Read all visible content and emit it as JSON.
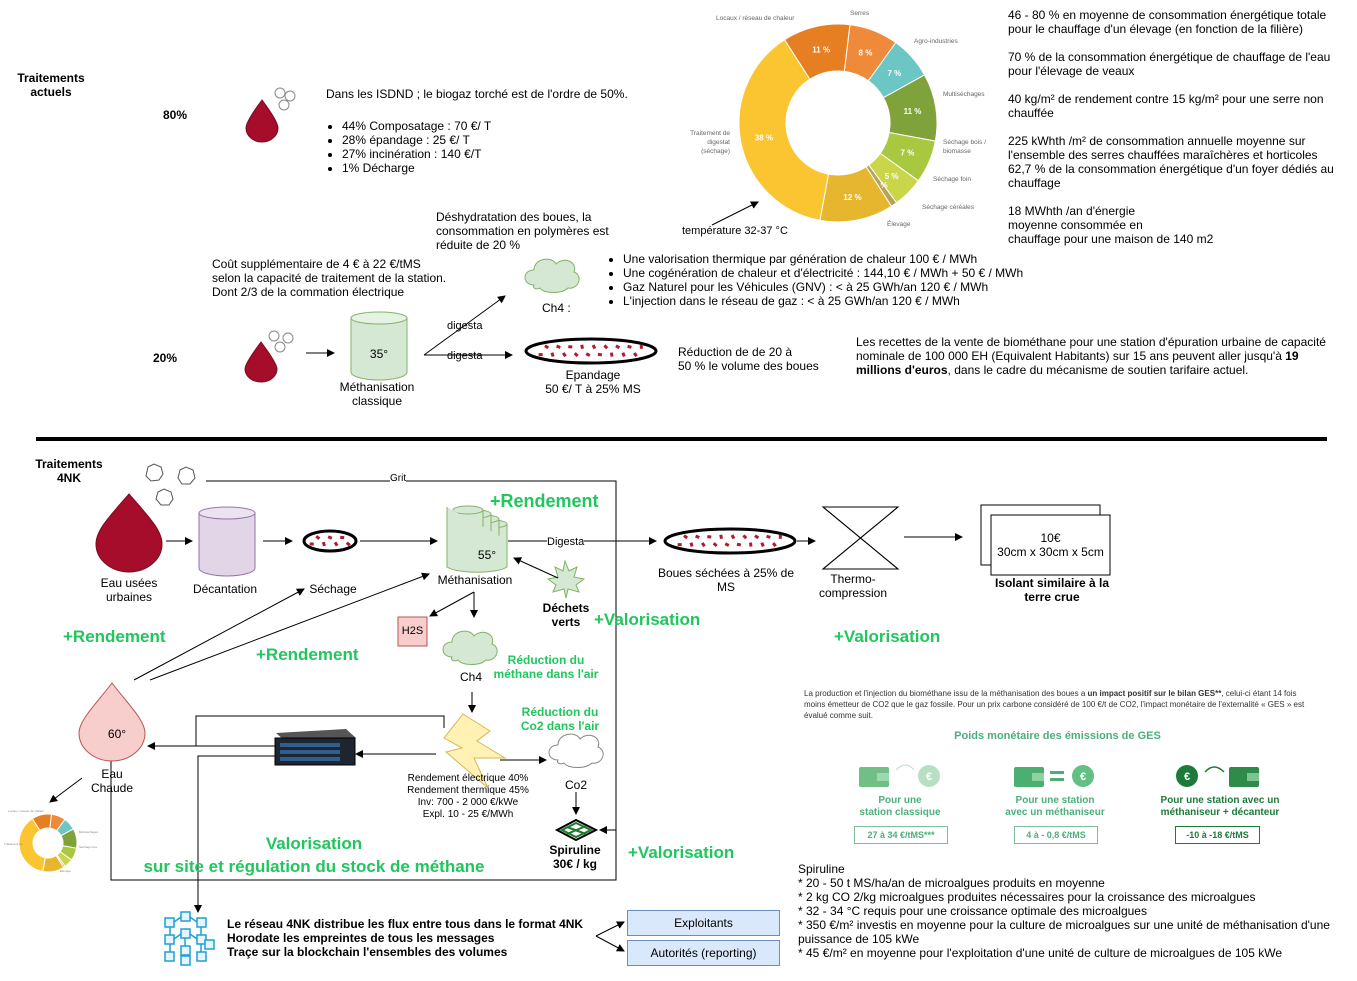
{
  "top": {
    "section_title": "Traitements\nactuels",
    "pct_80": "80%",
    "pct_20": "20%",
    "isdnd_text": "Dans les ISDND ; le biogaz torché est de l'ordre de 50%.",
    "isdnd_list": [
      "44% Composatage : 70 €/ T",
      "28% épandage : 25 €/ T",
      "27% incinération :  140 €/T",
      "1% Décharge"
    ],
    "deshydratation": "Déshydratation des boues, la consommation en polymères est réduite de 20 %",
    "cout_supp": "Coût supplémentaire de 4 € à 22 €/tMS\nselon la capacité de traitement de la station.\nDont 2/3 de la commation électrique",
    "digester_temp": "35°",
    "methanisation_label": "Méthanisation\nclassique",
    "digesta_1": "digesta",
    "digesta_2": "digesta",
    "ch4_label": "Ch4 :",
    "epandage_label": "Epandage\n50 €/ T à 25% MS",
    "reduction_boues": "Réduction de de 20 à\n50 % le volume des boues",
    "temperature": "température 32-37 °C",
    "valorisation_list": [
      "Une valorisation thermique par génération de chaleur 100 € / MWh",
      "Une cogénération de chaleur et d'électricité : 144,10 € / MWh + 50 € / MWh",
      "Gaz Naturel pour les Véhicules (GNV) : < à 25 GWh/an 120 € / MWh",
      "L'injection dans le réseau de gaz : < à 25 GWh/an 120 € / MWh"
    ],
    "recettes_1": "Les recettes de la vente de biométhane pour une station d'épuration urbaine de capacité nominale de 100 000 EH (Equivalent Habitants) sur 15 ans peuvent aller jusqu'à ",
    "recettes_bold": "19 millions d'euros",
    "recettes_2": ", dans le cadre du mécanisme de soutien tarifaire actuel.",
    "right_notes": [
      "46 - 80 % en moyenne de consommation énergétique totale pour le chauffage d'un élevage (en fonction de la filière)",
      "70 % de la consommation énergétique de chauffage de l'eau pour l'élevage de veaux",
      "40 kg/m² de rendement contre 15 kg/m² pour une serre non chauffée",
      "225 kWhth /m² de consommation annuelle moyenne sur l'ensemble des serres chauffées maraîchères et horticoles 62,7 % de la consommation énergétique d'un foyer dédiés au chauffage",
      "18 MWhth /an d'énergie\nmoyenne consommée en\nchauffage pour une maison de 140 m2"
    ]
  },
  "chart_data": {
    "type": "pie",
    "categories": [
      "Serres",
      "Agro-industries",
      "Multiséchages",
      "Séchage bois / biomasse",
      "Séchage foin",
      "Séchage céréales",
      "Élevage",
      "Traitement de digestat (séchage)",
      "Locaux / réseau de chaleur"
    ],
    "values": [
      8,
      7,
      11,
      7,
      5,
      1,
      12,
      38,
      11
    ],
    "labels": [
      "8 %",
      "7 %",
      "11 %",
      "7 %",
      "5 %",
      "1 %",
      "12 %",
      "38 %",
      "11 %"
    ],
    "colors": [
      "#ef8a3a",
      "#6cc6c4",
      "#7fa23a",
      "#a7c83f",
      "#c9d64a",
      "#b8a25a",
      "#e6b62e",
      "#fbc531",
      "#e67e22"
    ]
  },
  "bottom": {
    "section_title": "Traitements\n4NK",
    "grit": "Grit",
    "eau_usees": "Eau usées\nurbaines",
    "decantation": "Décantation",
    "sechage": "Séchage",
    "digester_temp": "55°",
    "methanisation": "Méthanisation",
    "digesta": "Digesta",
    "dechets_verts": "Déchets\nverts",
    "h2s": "H2S",
    "ch4": "Ch4",
    "reduction_methane": "Réduction du\nméthane dans l'air",
    "reduction_co2": "Réduction du\nCo2 dans l'air",
    "co2": "Co2",
    "rendement_elec": "Rendement électrique 40%\nRendement thermique 45%\nInv: 700 - 2 000 €/kWe\nExpl. 10 - 25 €/MWh",
    "spiruline": "Spiruline\n30€ / kg",
    "eau_chaude_temp": "60°",
    "eau_chaude": "Eau\nChaude",
    "boues_sechees": "Boues séchées à 25% de\nMS",
    "thermo": "Thermo-\ncompression",
    "isolant_price": "10€\n30cm x 30cm x 5cm",
    "isolant_label": "Isolant similaire à la\nterre crue",
    "plus_rendement_1": "+Rendement",
    "plus_rendement_2": "+Rendement",
    "plus_rendement_3": "+Rendement",
    "plus_valorisation_1": "+Valorisation",
    "plus_valorisation_2": "+Valorisation",
    "plus_valorisation_3": "+Valorisation",
    "valorisation_site": "Valorisation\nsur site et régulation du stock de méthane",
    "network_text": "Le réseau 4NK distribue les flux entre tous dans le format 4NK\nHorodate les empreintes de tous les messages\nTraçe sur la blockchain l'ensembles des volumes",
    "exploitants": "Exploitants",
    "autorites": "Autorités (reporting)"
  },
  "ges": {
    "intro_a": "La production et l'injection du biométhane issu de la méthanisation des boues a ",
    "intro_bold": "un impact positif sur le bilan GES**",
    "intro_b": ", celui-ci étant 14 fois moins émetteur de CO2 que le gaz fossile. Pour un prix carbone considéré de 100 €/t de CO2, l'impact monétaire de l'externalité « GES » est évalué comme suit.",
    "title": "Poids monétaire des émissions de GES",
    "cards": [
      {
        "label": "Pour une\nstation classique",
        "value": "27 à 34 €/tMS***"
      },
      {
        "label": "Pour une station\navec un méthaniseur",
        "value": "4 à - 0,8 €/tMS"
      },
      {
        "label": "Pour une station avec un\nméthaniseur + décanteur",
        "value": "-10 à -18 €/tMS"
      }
    ]
  },
  "spiruline_notes": {
    "title": "Spiruline",
    "lines": [
      "* 20 - 50 t MS/ha/an de microalgues produits en moyenne",
      "* 2 kg CO 2/kg microalgues produites nécessaires pour la croissance des microalgues",
      "* 32 - 34 °C requis pour une croissance optimale des microalgues",
      "* 350 €/m² investis en moyenne pour la culture de microalgues sur une unité de méthanisation d'une puissance de 105 kWe",
      "* 45 €/m² en moyenne pour l'exploitation d'une unité de culture de microalgues de 105 kWe"
    ]
  }
}
